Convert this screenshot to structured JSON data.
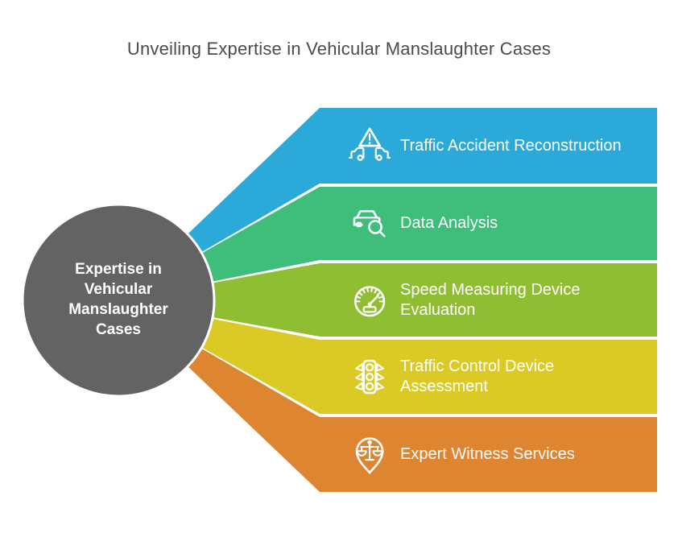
{
  "title": "Unveiling Expertise in Vehicular Manslaughter Cases",
  "center": {
    "label": "Expertise in\nVehicular\nManslaughter\nCases",
    "color": "#636363"
  },
  "bands": [
    {
      "label": "Traffic Accident Reconstruction",
      "icon": "collision-warning-icon",
      "color": "#2baad9"
    },
    {
      "label": "Data Analysis",
      "icon": "car-magnifier-icon",
      "color": "#3ebd7b"
    },
    {
      "label": "Speed Measuring Device\nEvaluation",
      "icon": "speedometer-icon",
      "color": "#90be32"
    },
    {
      "label": "Traffic Control Device\nAssessment",
      "icon": "traffic-light-icon",
      "color": "#dbc926"
    },
    {
      "label": "Expert Witness Services",
      "icon": "scales-pin-icon",
      "color": "#dd8531"
    }
  ]
}
